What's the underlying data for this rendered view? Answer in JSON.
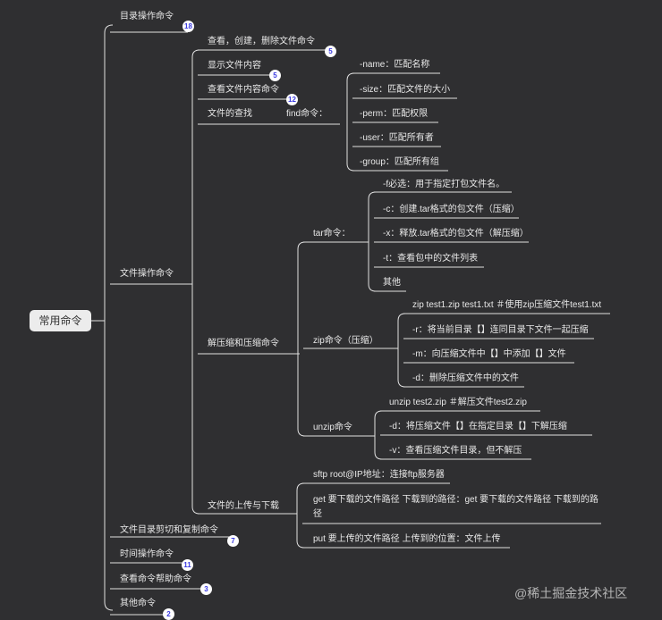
{
  "root": "常用命令",
  "branches": [
    {
      "label": "目录操作命令",
      "badge": "18"
    },
    {
      "label": "文件操作命令"
    },
    {
      "label": "文件目录剪切和复制命令",
      "badge": "7"
    },
    {
      "label": "时间操作命令",
      "badge": "11"
    },
    {
      "label": "查看命令帮助命令",
      "badge": "3"
    },
    {
      "label": "其他命令",
      "badge": "2"
    }
  ],
  "file_ops": [
    {
      "label": "查看，创建，删除文件命令",
      "badge": "5"
    },
    {
      "label": "显示文件内容",
      "badge": "5"
    },
    {
      "label": "查看文件内容命令",
      "badge": "12"
    },
    {
      "label": "文件的查找"
    },
    {
      "label": "解压缩和压缩命令"
    },
    {
      "label": "文件的上传与下载"
    }
  ],
  "find": {
    "label": "find命令：",
    "options": [
      "-name：匹配名称",
      "-size：匹配文件的大小",
      "-perm：匹配权限",
      "-user：匹配所有者",
      "-group：匹配所有组"
    ]
  },
  "compress": {
    "tar": {
      "label": "tar命令：",
      "items": [
        "-f必选：用于指定打包文件名。",
        "-c：创建.tar格式的包文件（压缩）",
        "-x：释放.tar格式的包文件（解压缩）",
        "-t：查看包中的文件列表",
        "其他"
      ]
    },
    "zip": {
      "label": "zip命令（压缩）",
      "items": [
        "zip test1.zip test1.txt ＃使用zip压缩文件test1.txt",
        "-r：将当前目录【】连同目录下文件一起压缩",
        "-m：向压缩文件中【】中添加【】文件",
        "-d：删除压缩文件中的文件"
      ]
    },
    "unzip": {
      "label": "unzip命令",
      "items": [
        "unzip test2.zip ＃解压文件test2.zip",
        "-d：将压缩文件【】在指定目录【】下解压缩",
        "-v：查看压缩文件目录，但不解压"
      ]
    }
  },
  "transfer": [
    "sftp root@IP地址：连接ftp服务器",
    "get 要下载的文件路径 下载到的路径：get 要下载的文件路径 下载到的路径",
    "put 要上传的文件路径 上传到的位置：文件上传"
  ],
  "watermark": "@稀土掘金技术社区",
  "colors": {
    "background": "#2f2f31",
    "line": "#ffffff",
    "badge_text": "#3a3ae0"
  }
}
